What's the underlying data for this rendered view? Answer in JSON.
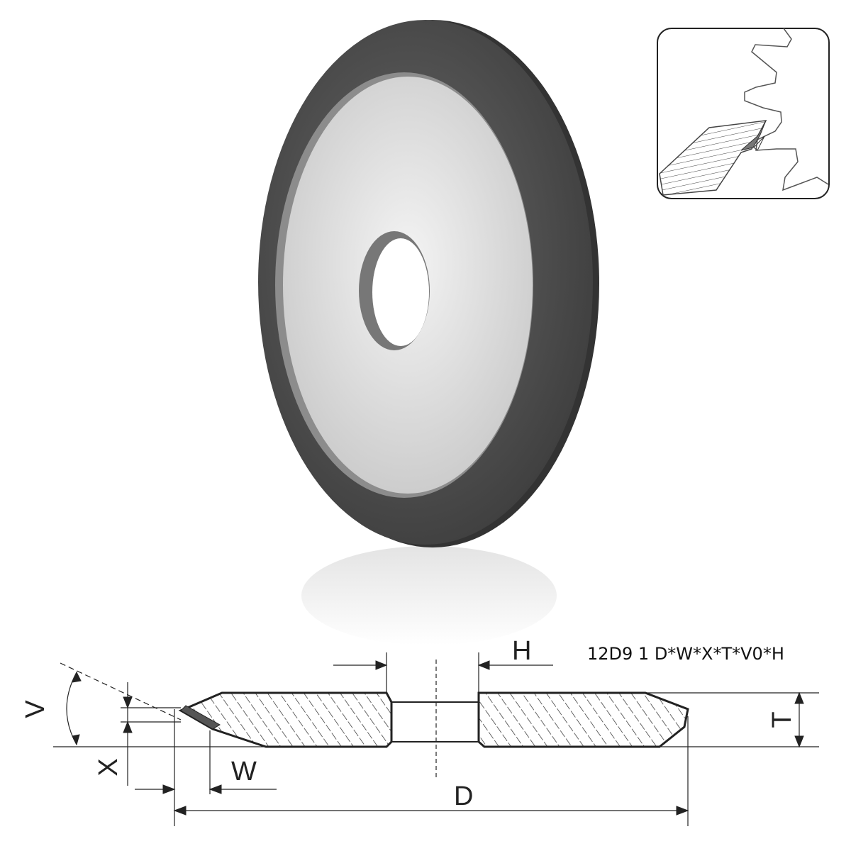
{
  "product": {
    "spec_code": "12D9 1 D*W*X*T*V0*H"
  },
  "dimension_labels": {
    "V": "V",
    "X": "X",
    "W": "W",
    "D": "D",
    "H": "H",
    "T": "T"
  },
  "colors": {
    "wheel_rim": "#555555",
    "wheel_face": "#e6e6e6",
    "line": "#222222"
  }
}
